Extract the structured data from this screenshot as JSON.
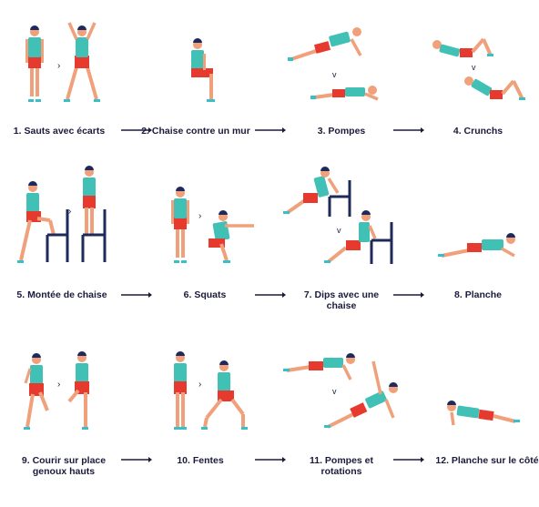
{
  "palette": {
    "skin": "#f0a07a",
    "shirt": "#41c0b5",
    "shorts": "#e63a2e",
    "hair": "#1f2a5c",
    "shoes": "#38c0c8",
    "chair": "#1e2a5a",
    "label": "#1a1a3c"
  },
  "exercises": [
    {
      "label": "1. Sauts avec écarts"
    },
    {
      "label": "2. Chaise contre un mur"
    },
    {
      "label": "3. Pompes"
    },
    {
      "label": "4. Crunchs"
    },
    {
      "label": "5. Montée de chaise"
    },
    {
      "label": "6. Squats"
    },
    {
      "label": "7. Dips avec une chaise"
    },
    {
      "label": "8. Planche"
    },
    {
      "label": "9. Courir sur place genoux hauts"
    },
    {
      "label": "10. Fentes"
    },
    {
      "label": "11. Pompes et rotations"
    },
    {
      "label": "12. Planche sur le côté"
    }
  ],
  "separator_glyph": ">",
  "separator_glyph_down": "v"
}
